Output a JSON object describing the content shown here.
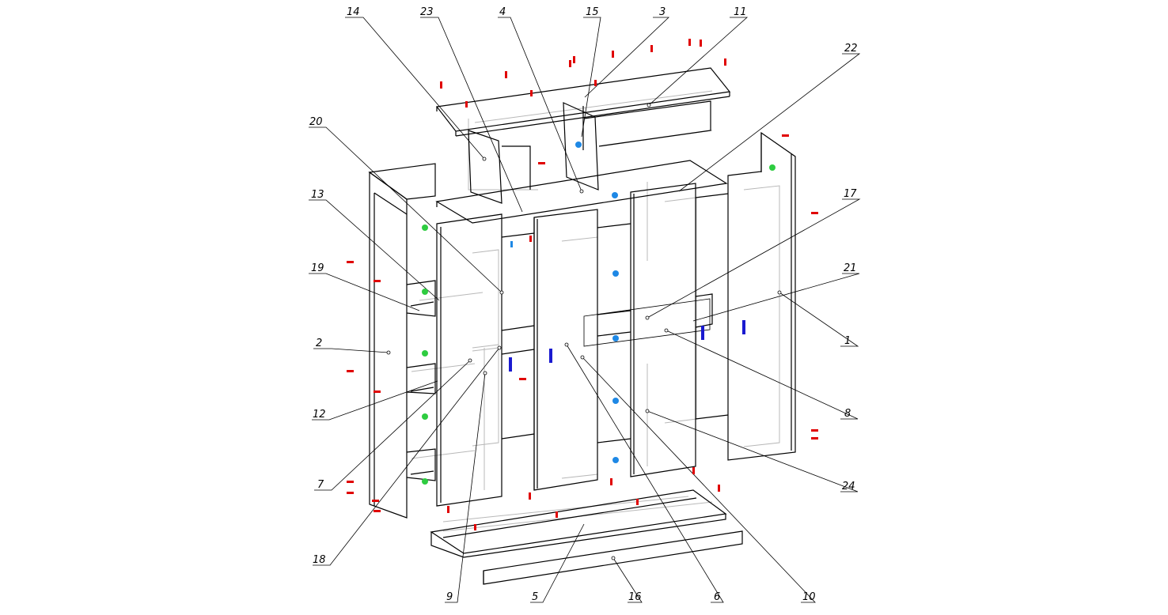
{
  "callouts": [
    {
      "label": "14"
    },
    {
      "label": "23"
    },
    {
      "label": "4"
    },
    {
      "label": "15"
    },
    {
      "label": "3"
    },
    {
      "label": "11"
    },
    {
      "label": "22"
    },
    {
      "label": "20"
    },
    {
      "label": "13"
    },
    {
      "label": "19"
    },
    {
      "label": "2"
    },
    {
      "label": "12"
    },
    {
      "label": "7"
    },
    {
      "label": "18"
    },
    {
      "label": "9"
    },
    {
      "label": "5"
    },
    {
      "label": "16"
    },
    {
      "label": "6"
    },
    {
      "label": "10"
    },
    {
      "label": "24"
    },
    {
      "label": "8"
    },
    {
      "label": "1"
    },
    {
      "label": "21"
    },
    {
      "label": "17"
    }
  ],
  "colors": {
    "outline": "#000000",
    "hidden_line": "#b8b8b8",
    "fastener_red": "#e00000",
    "fastener_blue": "#1e88e5",
    "fastener_darkblue": "#1a1ad0",
    "fastener_green": "#2ecc40"
  }
}
